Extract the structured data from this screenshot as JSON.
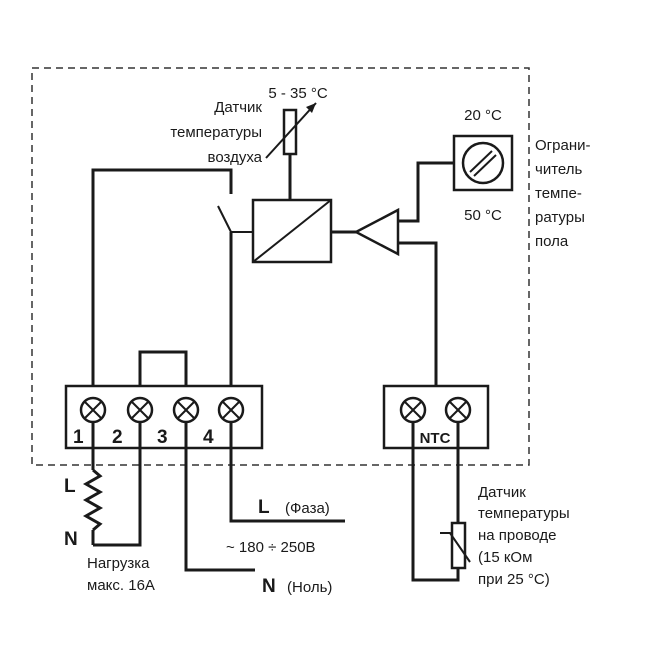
{
  "air_sensor": {
    "range": "5 - 35 °C",
    "label_line1": "Датчик",
    "label_line2": "температуры",
    "label_line3": "воздуха"
  },
  "floor_limiter": {
    "max_temp": "20 °C",
    "min_temp": "50 °C",
    "label_lines": [
      "Ограни-",
      "читель",
      "темпе-",
      "ратуры",
      "пола"
    ]
  },
  "terminals": {
    "numbers": [
      "1",
      "2",
      "3",
      "4"
    ],
    "ntc_label": "NTC"
  },
  "load": {
    "l_label": "L",
    "n_label": "N",
    "line1": "Нагрузка",
    "line2": "макс. 16А"
  },
  "supply": {
    "phase_letter": "L",
    "phase_name": "(Фаза)",
    "voltage": "~ 180 ÷ 250В",
    "neutral_letter": "N",
    "neutral_name": "(Ноль)"
  },
  "wire_sensor": {
    "lines": [
      "Датчик",
      "температуры",
      "на проводе",
      "(15 кОм",
      "при 25 °С)"
    ]
  }
}
